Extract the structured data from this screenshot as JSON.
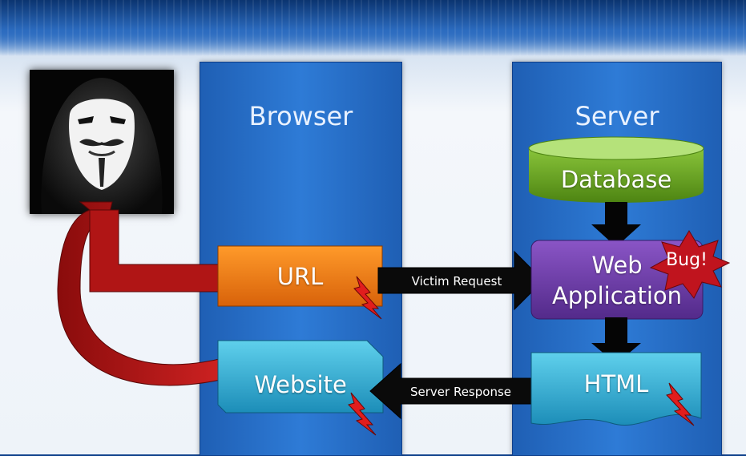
{
  "browser": {
    "title": "Browser",
    "url_box": "URL",
    "website_box": "Website"
  },
  "server": {
    "title": "Server",
    "database": "Database",
    "web_app": [
      "Web",
      "Application"
    ],
    "html_box": "HTML",
    "bug": "Bug!"
  },
  "arrows": {
    "request": "Victim Request",
    "response": "Server Response"
  },
  "colors": {
    "panel": "#2a6fc8",
    "url": "#f07d10",
    "website": "#2fb0d2",
    "database": "#6aa51f",
    "webapp": "#6a3aa3",
    "curve": "#b01515",
    "bug": "#c0141e"
  },
  "icons": [
    "masked-hacker-image",
    "lightning-bolt-icon"
  ]
}
